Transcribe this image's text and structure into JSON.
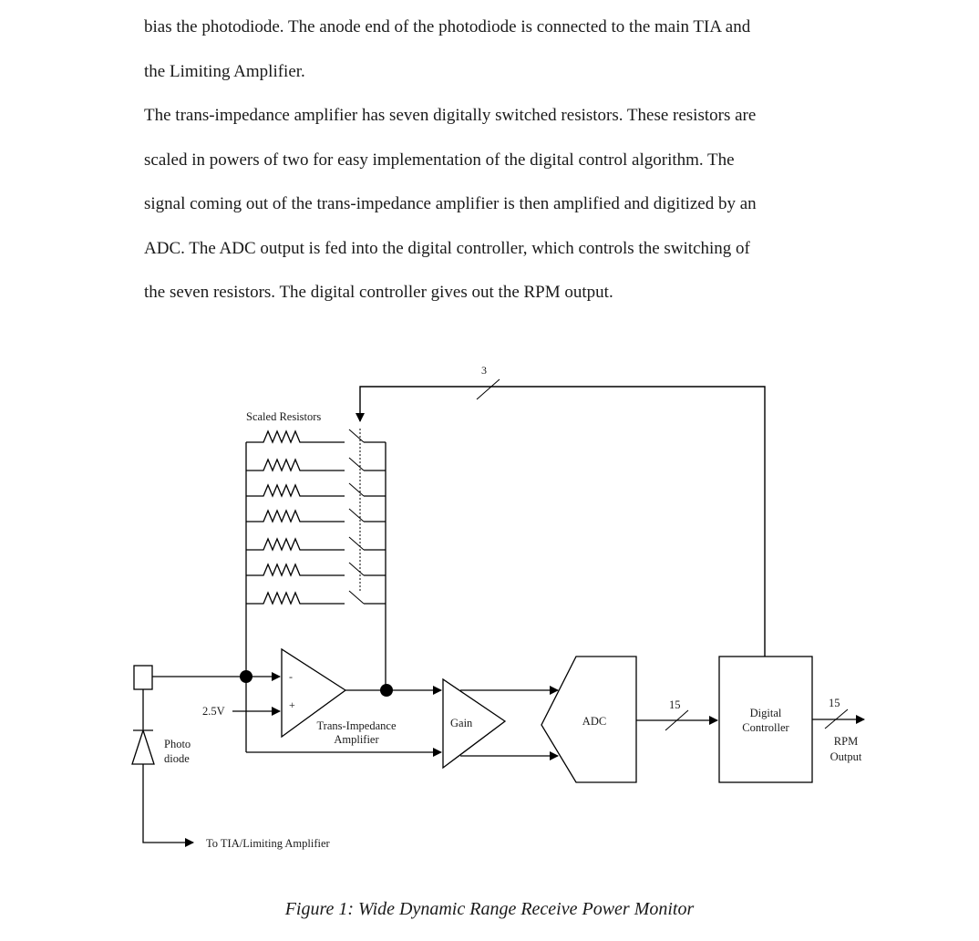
{
  "body_text": {
    "paragraph_1": {
      "lines": [
        "bias the photodiode. The anode end of the photodiode is connected to the main TIA and",
        "the Limiting Amplifier."
      ]
    },
    "paragraph_2": {
      "lines": [
        "The trans-impedance amplifier has seven digitally switched resistors. These resistors are",
        "scaled in powers of two for easy implementation of the digital control algorithm. The",
        "signal coming out of the trans-impedance amplifier is then amplified and digitized by an",
        "ADC. The ADC output is fed into the digital controller, which controls the switching of",
        "the seven resistors. The digital controller gives out the RPM output."
      ]
    }
  },
  "figure": {
    "caption": "Figure 1: Wide Dynamic Range Receive Power Monitor",
    "labels": {
      "scaled_resistors": "Scaled Resistors",
      "feedback_bus_width": "3",
      "adc_bus_width": "15",
      "output_bus_width": "15",
      "bias_voltage": "2.5V",
      "photodiode_line1": "Photo",
      "photodiode_line2": "diode",
      "tia_line1": "Trans-Impedance",
      "tia_line2": "Amplifier",
      "tia_minus": "-",
      "tia_plus": "+",
      "gain": "Gain",
      "adc": "ADC",
      "controller_line1": "Digital",
      "controller_line2": "Controller",
      "rpm_line1": "RPM",
      "rpm_line2": "Output",
      "to_tia": "To TIA/Limiting Amplifier"
    },
    "resistor_count": 7
  }
}
